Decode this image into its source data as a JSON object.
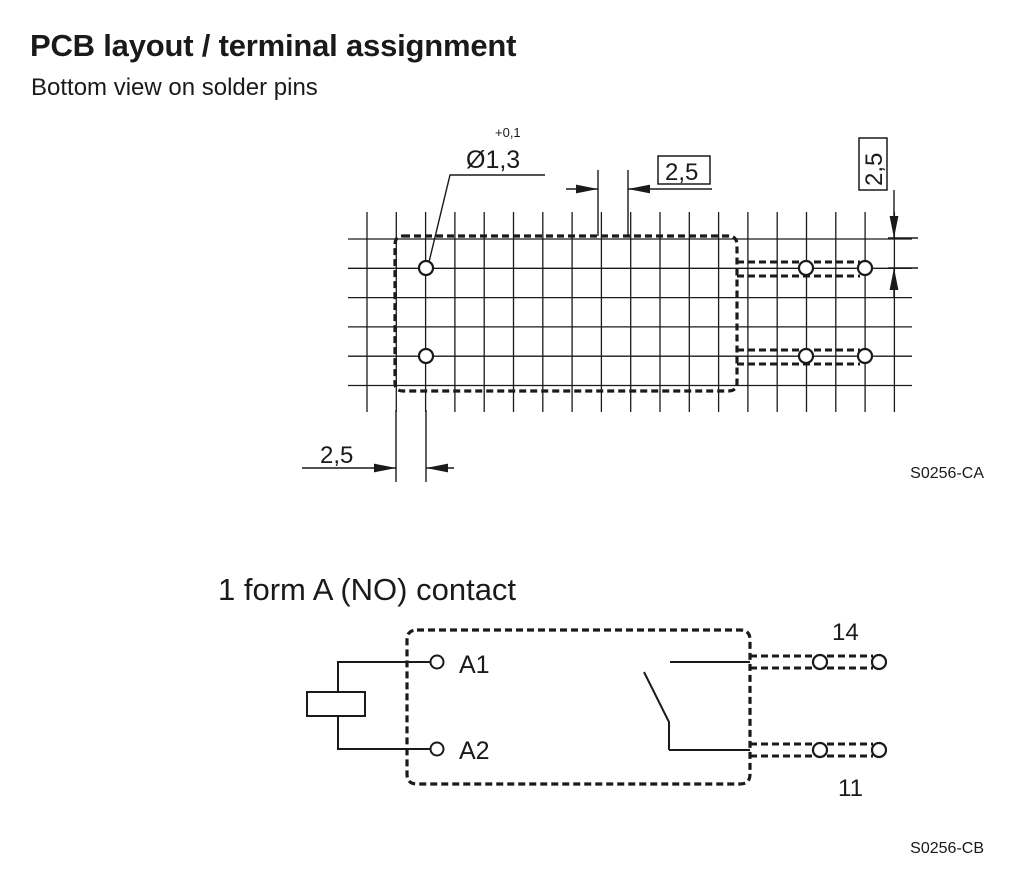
{
  "header": {
    "title": "PCB layout / terminal assignment",
    "subtitle": "Bottom view on solder pins"
  },
  "pcb_layout": {
    "hole_diameter": "Ø1,3",
    "hole_tolerance": "+0,1",
    "pitch_horizontal": "2,5",
    "pitch_vertical": "2,5",
    "edge_offset": "2,5",
    "figure_code": "S0256-CA"
  },
  "schematic": {
    "title": "1 form A (NO) contact",
    "terminal_a1": "A1",
    "terminal_a2": "A2",
    "terminal_14": "14",
    "terminal_11": "11",
    "figure_code": "S0256-CB"
  }
}
